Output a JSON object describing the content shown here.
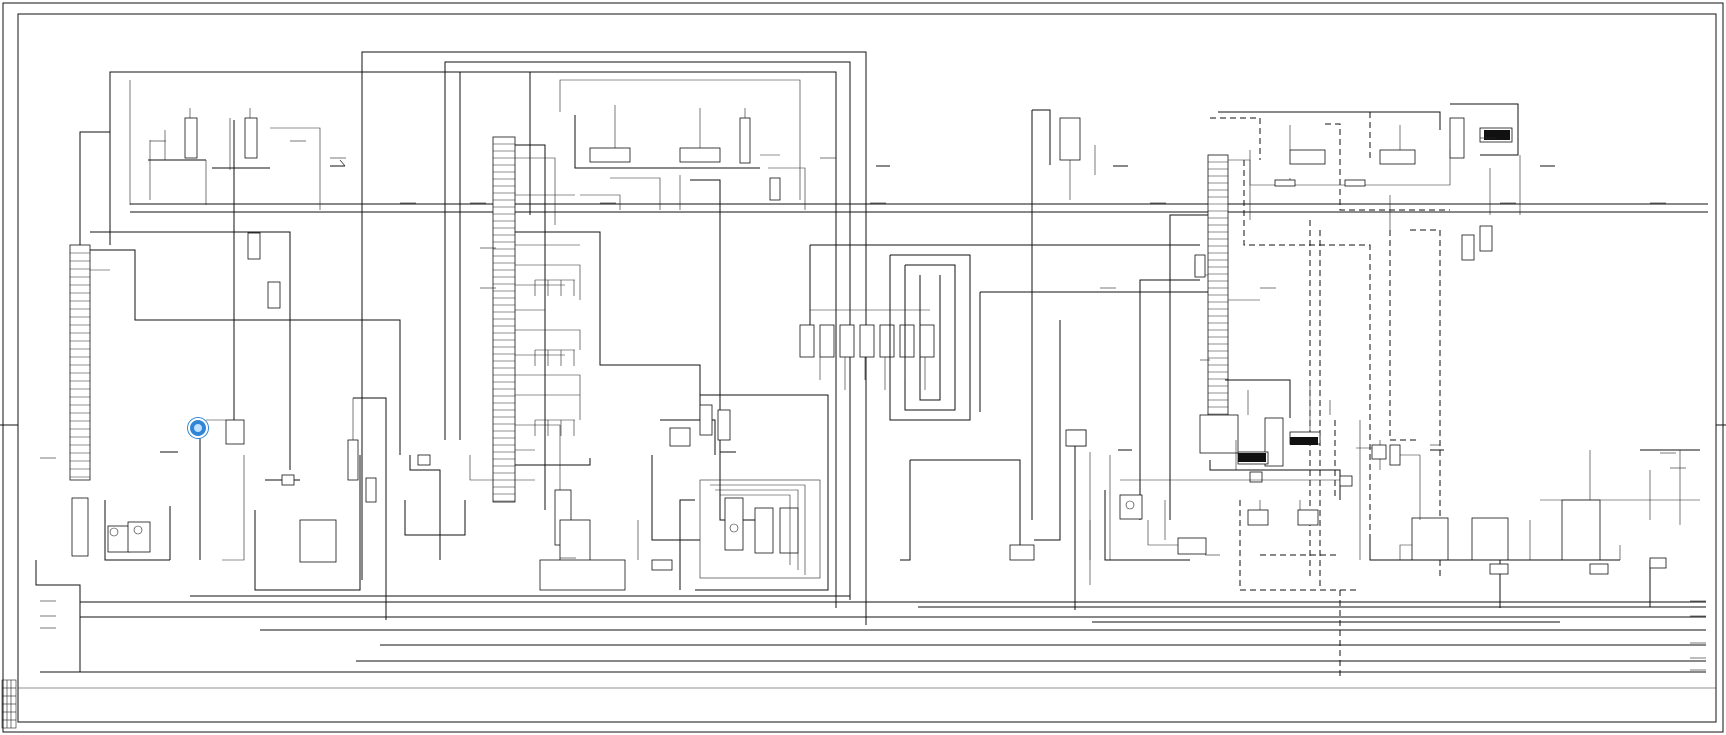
{
  "drawing": {
    "type": "process-flow-diagram",
    "line_color": "#111111",
    "background": "#ffffff",
    "marker_color": "#2f86d6",
    "columns": [
      {
        "name": "column-left"
      },
      {
        "name": "column-center"
      },
      {
        "name": "column-right"
      }
    ],
    "tanks": 10,
    "exchanger_cluster_units": 7
  }
}
